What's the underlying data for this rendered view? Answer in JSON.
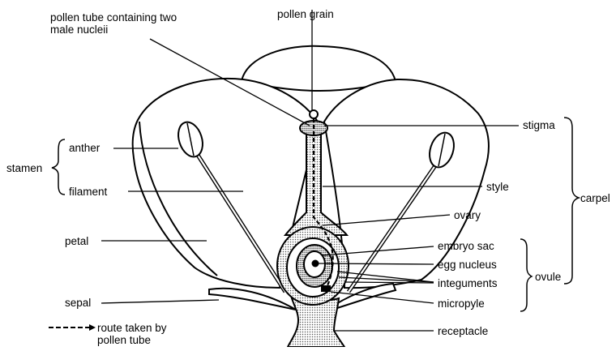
{
  "labels": {
    "pollen_tube": "pollen tube containing two male nucleii",
    "pollen_grain": "pollen grain",
    "stigma": "stigma",
    "carpel": "carpel",
    "stamen": "stamen",
    "anther": "anther",
    "filament": "filament",
    "style": "style",
    "ovary": "ovary",
    "petal": "petal",
    "embryo_sac": "embryo sac",
    "egg_nucleus": "egg nucleus",
    "integuments": "integuments",
    "ovule": "ovule",
    "micropyle": "micropyle",
    "sepal": "sepal",
    "receptacle": "receptacle"
  },
  "legend": {
    "route": "route taken by pollen tube"
  }
}
